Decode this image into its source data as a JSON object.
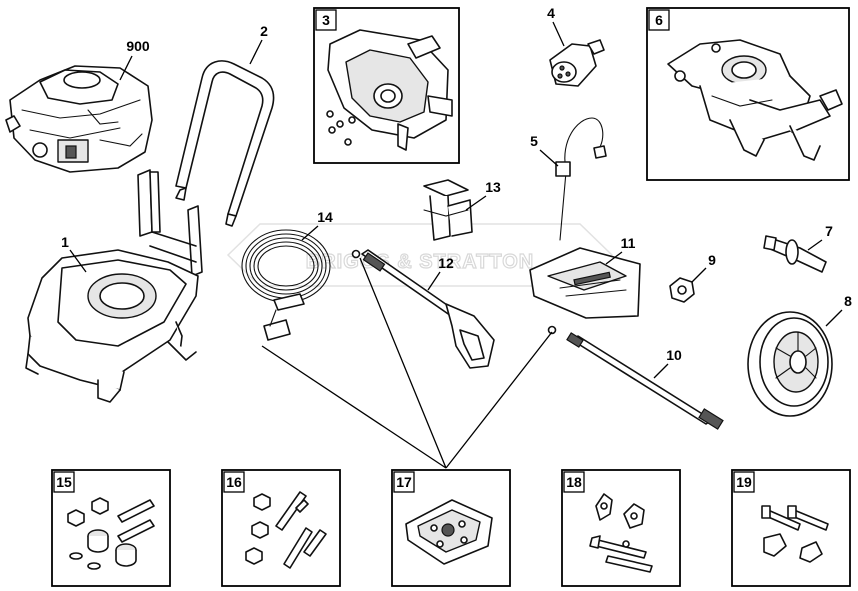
{
  "watermark": "BRIGGS & STRATTON",
  "callouts": {
    "engine": "900",
    "frame": "1",
    "handle": "2",
    "control_panel": "3",
    "nozzle_tip": "4",
    "unloader_cable": "5",
    "pump": "6",
    "axle": "7",
    "wheel": "8",
    "nut": "9",
    "lance": "10",
    "decal_kit": "11",
    "spray_gun": "12",
    "holder": "13",
    "hose": "14",
    "kit_15": "15",
    "kit_16": "16",
    "kit_17": "17",
    "kit_18": "18",
    "kit_19": "19"
  }
}
